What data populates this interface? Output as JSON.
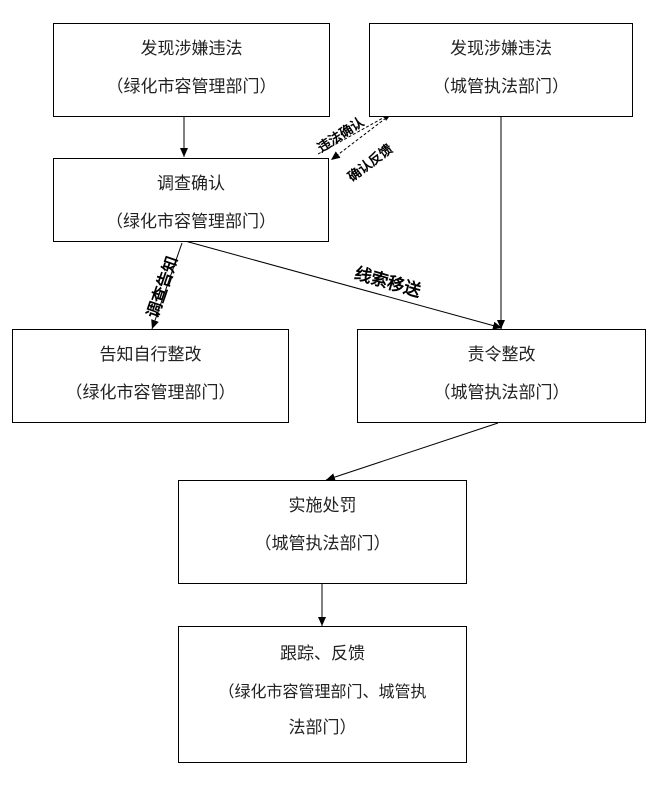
{
  "nodes": {
    "discover_green": {
      "title": "发现涉嫌违法",
      "dept": "（绿化市容管理部门）"
    },
    "discover_city": {
      "title": "发现涉嫌违法",
      "dept": "（城管执法部门）"
    },
    "investigate": {
      "title": "调查确认",
      "dept": "（绿化市容管理部门）"
    },
    "notify_rectify": {
      "title": "告知自行整改",
      "dept": "（绿化市容管理部门）"
    },
    "order_rectify": {
      "title": "责令整改",
      "dept": "（城管执法部门）"
    },
    "penalty": {
      "title": "实施处罚",
      "dept": "（城管执法部门）"
    },
    "follow_up": {
      "title": "跟踪、反馈",
      "dept_line1": "（绿化市容管理部门、城管执",
      "dept_line2": "法部门）"
    }
  },
  "edges": {
    "violation_confirm": "违法确认",
    "confirm_feedback": "确认反馈",
    "investigate_notify": "调查告知",
    "clue_transfer": "线索移送"
  }
}
